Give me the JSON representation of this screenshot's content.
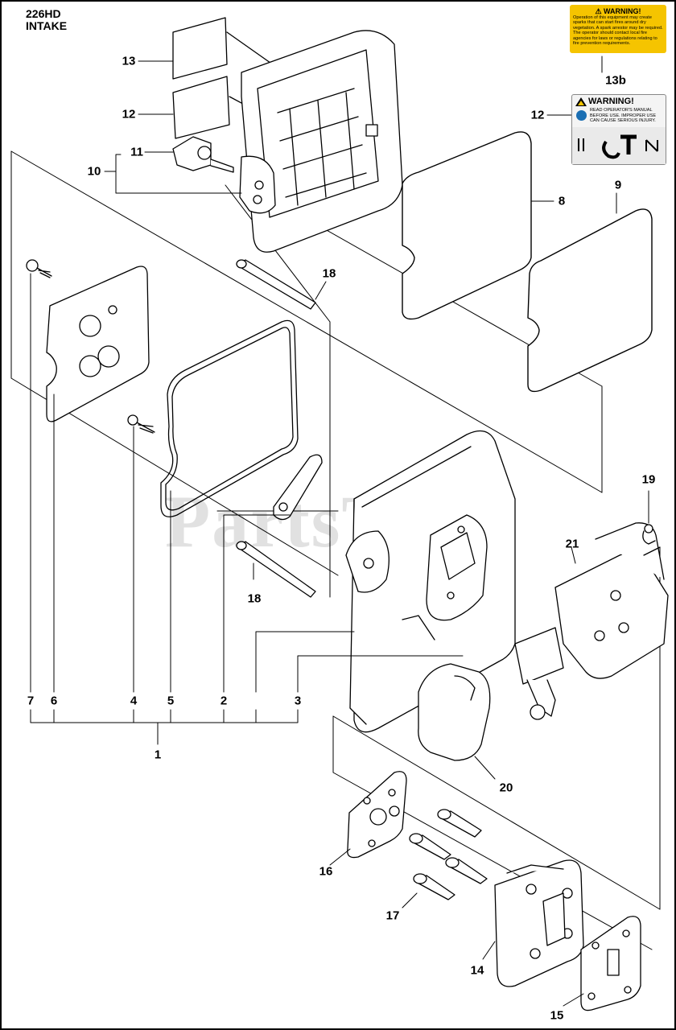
{
  "title_lines": [
    "226HD",
    "INTAKE"
  ],
  "watermark": {
    "text": "PartsTree",
    "mark": "TM"
  },
  "decal_13b": {
    "heading": "⚠ WARNING!",
    "text": "Operation of this equipment may create sparks that can start fires around dry vegetation. A spark arrestor may be required. The operator should contact local fire agencies for laws or regulations relating to fire prevention requirements.",
    "color": "#f5c400"
  },
  "decal_12": {
    "heading": "WARNING!",
    "text": "READ OPERATOR'S MANUAL BEFORE USE. IMPROPER USE CAN CAUSE SERIOUS INJURY."
  },
  "callouts": {
    "c13": "13",
    "c12": "12",
    "c11": "11",
    "c10": "10",
    "c8": "8",
    "c9": "9",
    "c12b": "12",
    "c13b": "13b",
    "c18a": "18",
    "c18b": "18",
    "c19": "19",
    "c21": "21",
    "c7": "7",
    "c6": "6",
    "c4": "4",
    "c5": "5",
    "c2": "2",
    "c3": "3",
    "c1": "1",
    "c20": "20",
    "c16": "16",
    "c17": "17",
    "c14": "14",
    "c15": "15"
  }
}
